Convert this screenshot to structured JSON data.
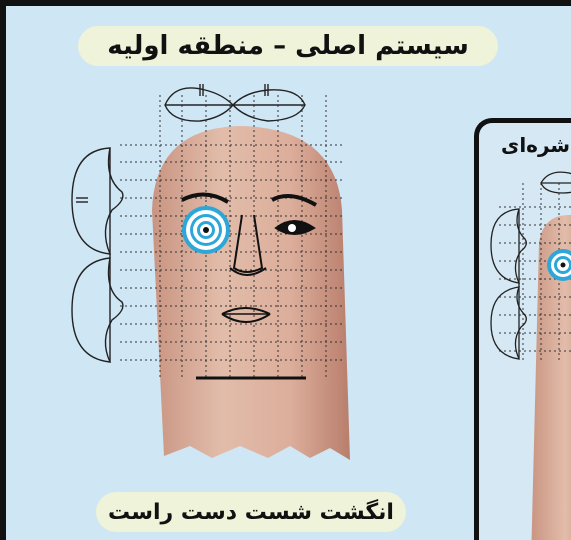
{
  "title": "سیستم اصلی – منطقه اولیه",
  "caption": "انگشت شست دست راست",
  "secondary_panel_title": "شره‌ای",
  "colors": {
    "background": "#cfe6f5",
    "pill": "#eef3d9",
    "skin": "#e0b8a6",
    "iris_ring": "#2ea7d8",
    "border": "#111111"
  },
  "icons": [
    "thumb-illustration",
    "face-drawing",
    "scroll-diagram",
    "blue-ring-eye"
  ]
}
